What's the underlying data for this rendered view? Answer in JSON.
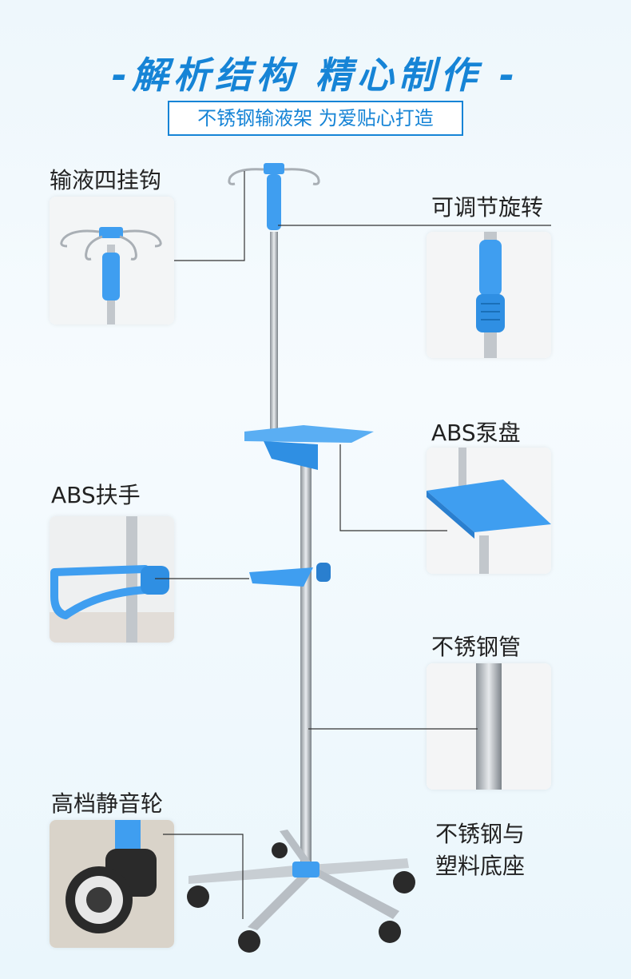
{
  "header": {
    "title": "-解析结构 精心制作 -",
    "subtitle": "不锈钢输液架 为爱贴心打造",
    "accent_color": "#1684d6"
  },
  "callouts": {
    "four_hooks": "输液四挂钩",
    "adjustable": "可调节旋转",
    "abs_tray": "ABS泵盘",
    "abs_handle": "ABS扶手",
    "steel_tube": "不锈钢管",
    "casters": "高档静音轮",
    "base_line1": "不锈钢与",
    "base_line2": "塑料底座"
  },
  "icons": {
    "hooks": "hook-icon",
    "knob": "knob-icon",
    "tray": "tray-icon",
    "handle": "handle-icon",
    "tube": "tube-icon",
    "wheel": "wheel-icon",
    "base": "base-icon"
  },
  "colors": {
    "plastic_blue": "#3f9ef0",
    "steel": "#b8bec4",
    "wheel_dark": "#2a2a2a"
  }
}
